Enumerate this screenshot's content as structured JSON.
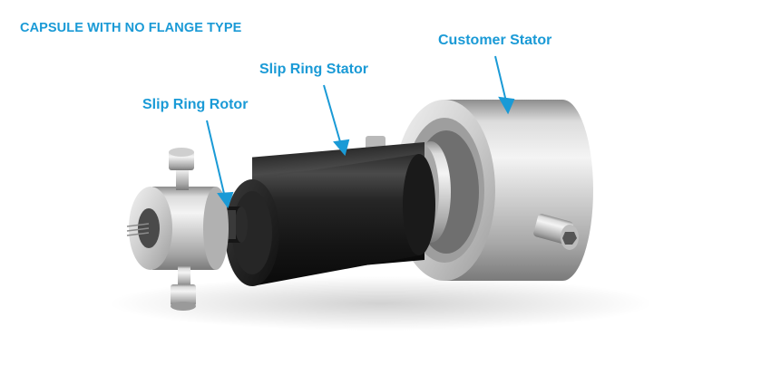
{
  "diagram": {
    "title": "CAPSULE WITH NO FLANGE TYPE",
    "labels": {
      "customer_stator": "Customer Stator",
      "slip_ring_stator": "Slip Ring Stator",
      "slip_ring_rotor": "Slip Ring Rotor"
    }
  },
  "colors": {
    "label": "#1a9ad6",
    "stator_body": "#1b1b1b",
    "metal": "#c9c9c9",
    "background": "#ffffff"
  }
}
